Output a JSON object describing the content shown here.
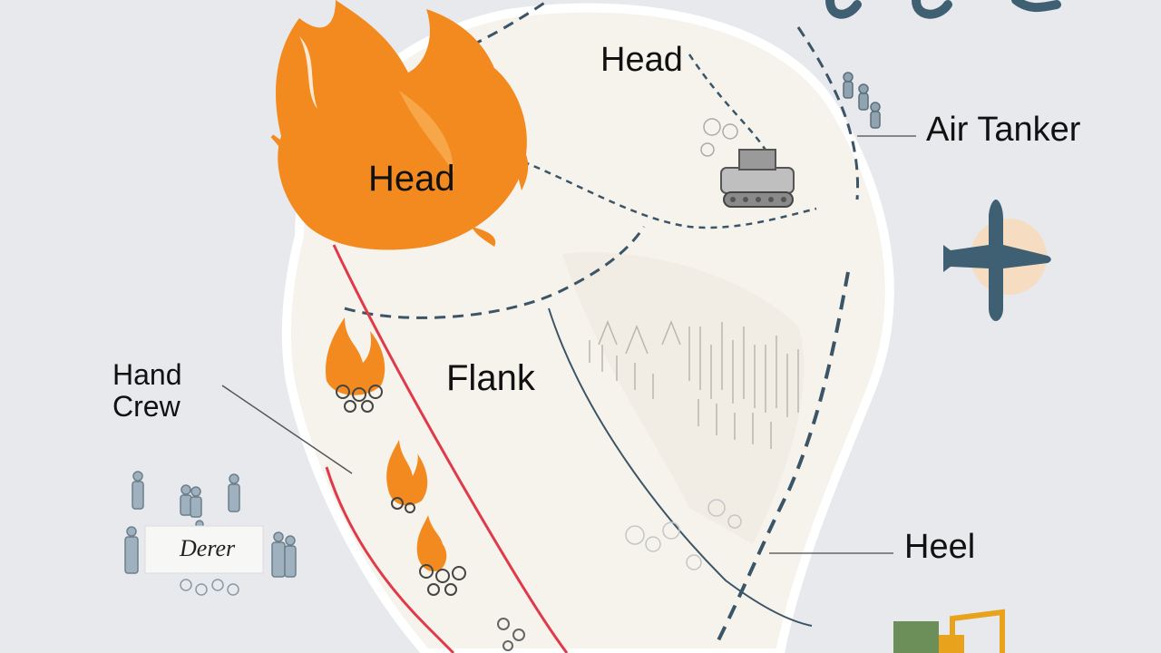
{
  "labels": {
    "head_fire": "Head",
    "head_upper": "Head",
    "air_tanker": "Air Tanker",
    "flank": "Flank",
    "hand_crew": "Hand Crew",
    "heel": "Heel",
    "crew_sign": "Derer"
  },
  "colors": {
    "background": "#e7e9ec",
    "fire_area": "#f6f3ec",
    "flame": "#f28a1f",
    "flame_light": "#f9b25a",
    "control_line": "#e03a4a",
    "dashed_line": "#3b5566",
    "aircraft": "#3f5f72"
  },
  "icons": [
    "flame-icon",
    "bulldozer-icon",
    "air-tanker-icon",
    "firefighter-icon",
    "building-icon"
  ]
}
